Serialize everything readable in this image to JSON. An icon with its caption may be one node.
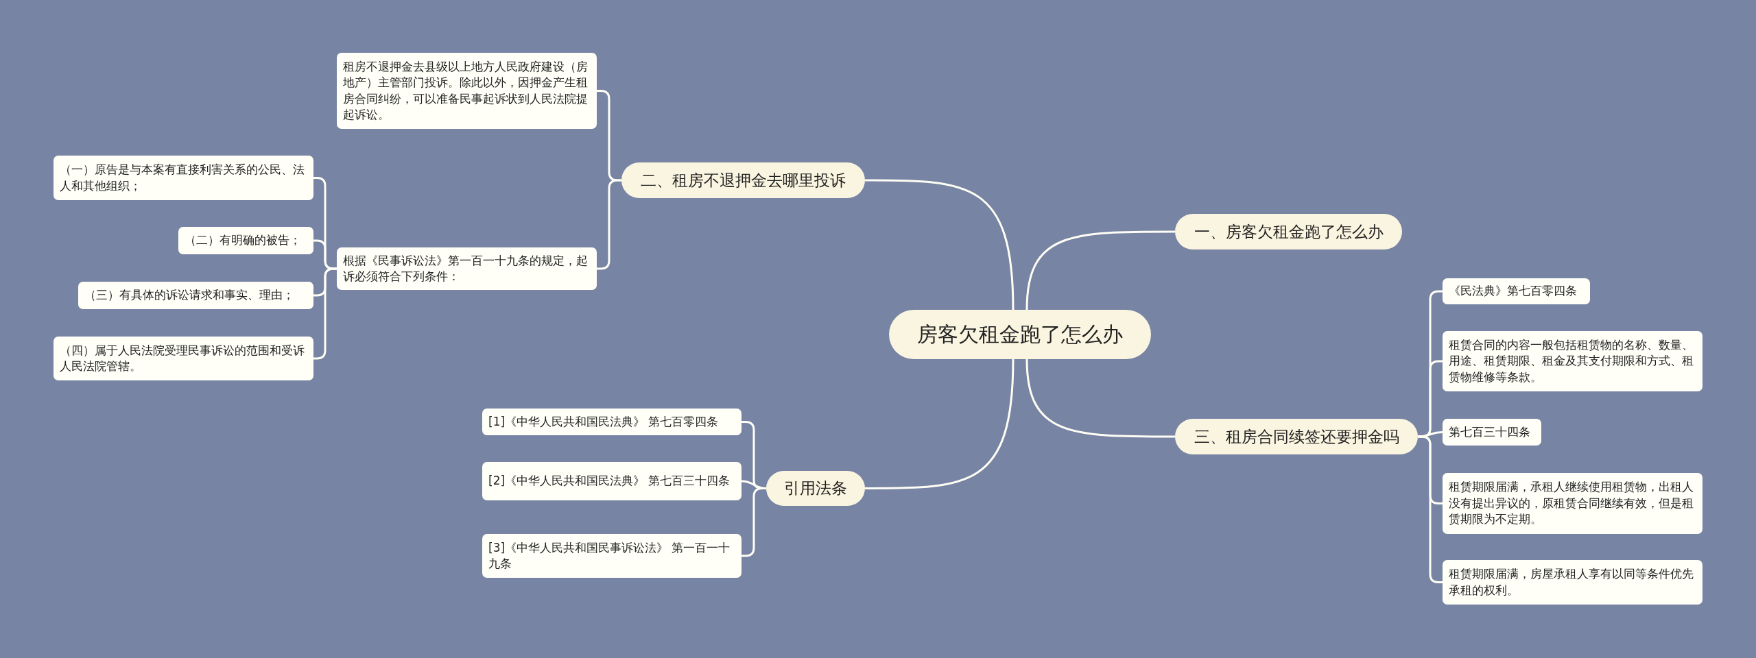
{
  "diagram": {
    "nodes": [
      {
        "text": [
          "房客欠租金跑了怎么办"
        ]
      },
      {
        "text": [
          "二、租房不退押金去哪里投诉"
        ]
      },
      {
        "text": [
          "租房不退押金去县级以上地方人民政府建设（房地产）主管部门投诉。除此以外，因押金产生租房合同纠纷，可以准备民事起诉状到人民法院提起诉讼。"
        ]
      },
      {
        "text": [
          "根据《民事诉讼法》第一百一十九条的规定，起诉必须符合下列条件："
        ]
      },
      {
        "text": [
          "（一）原告是与本案有直接利害关系的公民、法人和其他组织；"
        ]
      },
      {
        "text": [
          "（二）有明确的被告；"
        ]
      },
      {
        "text": [
          "（三）有具体的诉讼请求和事实、理由；"
        ]
      },
      {
        "text": [
          "（四）属于人民法院受理民事诉讼的范围和受诉人民法院管辖。"
        ]
      },
      {
        "text": [
          "一、房客欠租金跑了怎么办"
        ]
      },
      {
        "text": [
          "三、租房合同续签还要押金吗"
        ]
      },
      {
        "text": [
          "《民法典》第七百零四条"
        ]
      },
      {
        "text": [
          "租赁合同的内容一般包括租赁物的名称、数量、用途、租赁期限、租金及其支付期限和方式、租赁物维修等条款。"
        ]
      },
      {
        "text": [
          "第七百三十四条"
        ]
      },
      {
        "text": [
          "租赁期限届满，承租人继续使用租赁物，出租人没有提出异议的，原租赁合同继续有效，但是租赁期限为不定期。"
        ]
      },
      {
        "text": [
          "租赁期限届满，房屋承租人享有以同等条件优先承租的权利。"
        ]
      },
      {
        "text": [
          "引用法条"
        ]
      },
      {
        "text": [
          "[1]《中华人民共和国民法典》 第七百零四条"
        ]
      },
      {
        "text": [
          "[2]《中华人民共和国民法典》 第七百三十四条"
        ]
      },
      {
        "text": [
          "[3]《中华人民共和国民事诉讼法》 第一百一十九条"
        ]
      }
    ],
    "edges": [
      {
        "from": 0,
        "to": 1,
        "arrow": "none"
      },
      {
        "from": 1,
        "to": 2,
        "arrow": "none"
      },
      {
        "from": 1,
        "to": 3,
        "arrow": "none"
      },
      {
        "from": 3,
        "to": 4,
        "arrow": "none"
      },
      {
        "from": 3,
        "to": 5,
        "arrow": "none"
      },
      {
        "from": 3,
        "to": 6,
        "arrow": "none"
      },
      {
        "from": 3,
        "to": 7,
        "arrow": "none"
      },
      {
        "from": 0,
        "to": 8,
        "arrow": "none"
      },
      {
        "from": 0,
        "to": 9,
        "arrow": "none"
      },
      {
        "from": 9,
        "to": 10,
        "arrow": "none"
      },
      {
        "from": 9,
        "to": 11,
        "arrow": "none"
      },
      {
        "from": 9,
        "to": 12,
        "arrow": "none"
      },
      {
        "from": 9,
        "to": 13,
        "arrow": "none"
      },
      {
        "from": 9,
        "to": 14,
        "arrow": "none"
      },
      {
        "from": 0,
        "to": 15,
        "arrow": "none"
      },
      {
        "from": 15,
        "to": 16,
        "arrow": "none"
      },
      {
        "from": 15,
        "to": 17,
        "arrow": "none"
      },
      {
        "from": 15,
        "to": 18,
        "arrow": "none"
      }
    ]
  }
}
